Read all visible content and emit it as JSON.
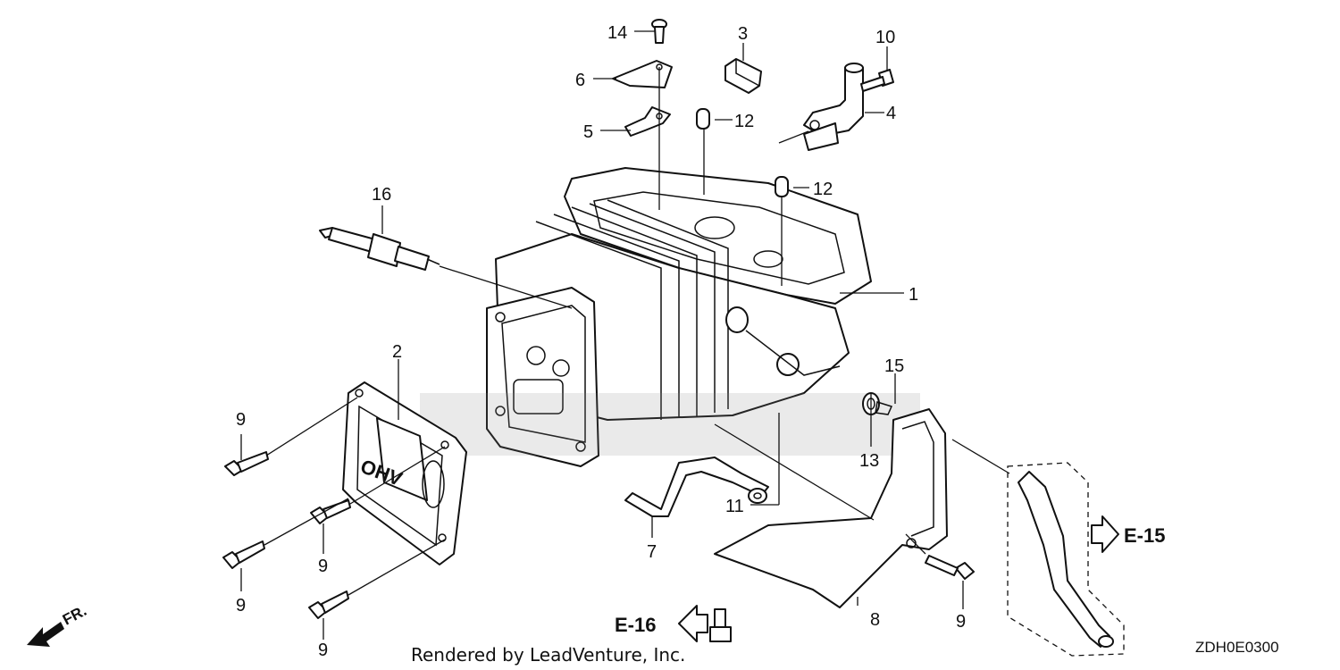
{
  "diagram": {
    "callouts": {
      "c1": "1",
      "c2": "2",
      "c3": "3",
      "c4": "4",
      "c5": "5",
      "c6": "6",
      "c7": "7",
      "c8": "8",
      "c9a": "9",
      "c9b": "9",
      "c9c": "9",
      "c9d": "9",
      "c9e": "9",
      "c10": "10",
      "c11": "11",
      "c12a": "12",
      "c12b": "12",
      "c13": "13",
      "c14": "14",
      "c15": "15",
      "c16": "16"
    },
    "references": {
      "e15": "E-15",
      "e16": "E-16"
    },
    "cover_lettering": "OHV",
    "front_marker": "FR.",
    "credit": "Rendered by LeadVenture, Inc.",
    "diagram_code": "ZDH0E0300"
  }
}
